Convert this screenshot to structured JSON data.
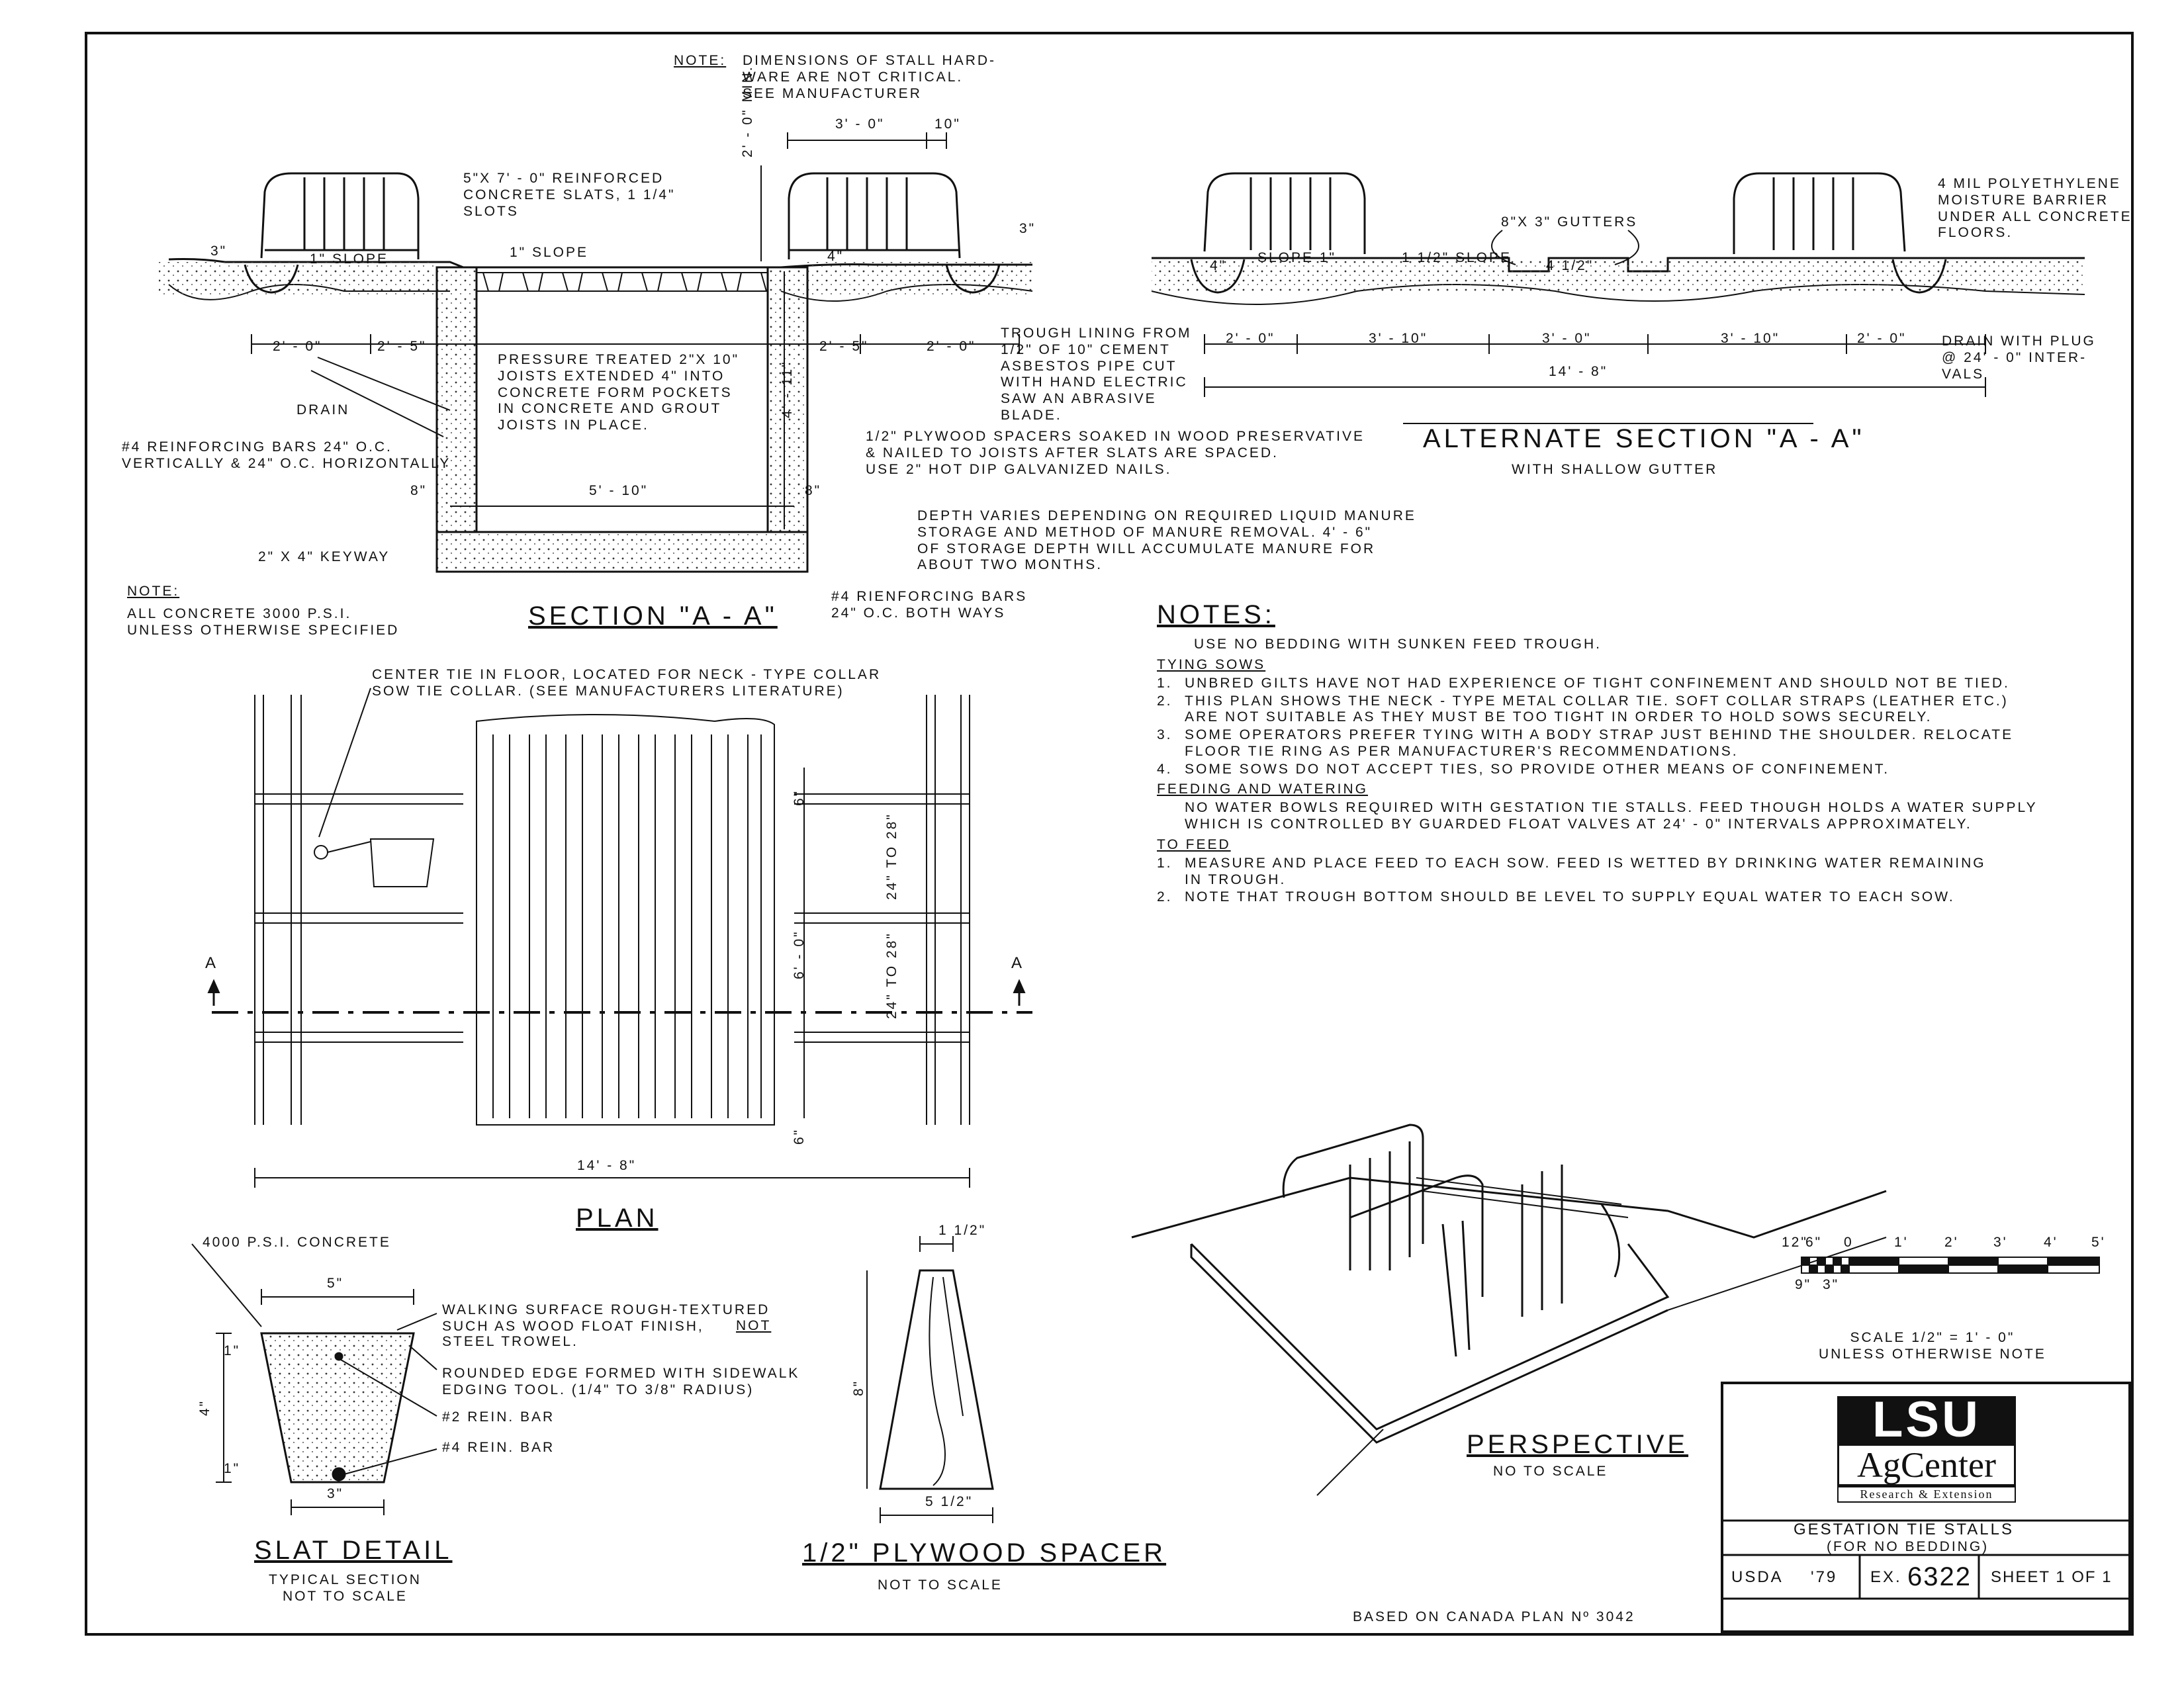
{
  "top_note": {
    "label": "NOTE:",
    "text": "DIMENSIONS OF STALL HARD-\nWARE ARE NOT CRITICAL.\nSEE MANUFACTURER"
  },
  "section_aa": {
    "title": "SECTION \"A - A\"",
    "dims": {
      "stall_width": "3' - 0\"",
      "stall_extra": "10\"",
      "min_height": "2' - 0\" MIN.",
      "trough_right": "3\"",
      "trough_left": "3\"",
      "slope_left": "1\" SLOPE",
      "slope_mid": "1\" SLOPE",
      "four_in": "4\"",
      "left_2_0": "2' - 0\"",
      "left_2_5": "2' - 5\"",
      "right_2_5": "2' - 5\"",
      "right_2_0": "2' - 0\"",
      "pit_width": "5' - 10\"",
      "depth": "4' - 11\"",
      "wall_left": "8\"",
      "wall_right": "8\""
    },
    "callouts": {
      "slats": "5\"x 7' - 0\" REINFORCED\nCONCRETE SLATS, 1 1/4\"\nSLOTS",
      "joists": "PRESSURE TREATED 2\"x 10\"\nJOISTS EXTENDED 4\" INTO\nCONCRETE FORM POCKETS\nIN CONCRETE AND GROUT\nJOISTS IN PLACE.",
      "drain": "DRAIN",
      "bars": "#4 REINFORCING BARS 24\" O.C.\nVERTICALLY & 24\" O.C. HORIZONTALLY",
      "keyway": "2\" x 4\" KEYWAY",
      "trough": "TROUGH LINING FROM\n1/2\" OF 10\" CEMENT\nASBESTOS PIPE CUT\nWITH HAND ELECTRIC\nSAW AN ABRASIVE\nBLADE.",
      "spacers": "1/2\" PLYWOOD SPACERS SOAKED IN WOOD PRESERVATIVE\n& NAILED TO JOISTS AFTER SLATS ARE SPACED.\nUSE 2\" HOT DIP GALVANIZED NAILS.",
      "depth_note": "DEPTH VARIES DEPENDING ON REQUIRED LIQUID MANURE\nSTORAGE AND METHOD OF MANURE REMOVAL. 4' - 6\"\nOF STORAGE DEPTH WILL ACCUMULATE MANURE FOR\nABOUT TWO MONTHS.",
      "bars_both": "#4 RIENFORCING BARS\n24\" O.C. BOTH WAYS"
    },
    "concrete_note_label": "NOTE:",
    "concrete_note": "ALL CONCRETE 3000 P.S.I.\nUNLESS OTHERWISE SPECIFIED"
  },
  "alt_section": {
    "title": "ALTERNATE SECTION \"A - A\"",
    "subtitle": "WITH SHALLOW GUTTER",
    "gutters": "8\"x 3\" GUTTERS",
    "slope_1": "SLOPE 1\"",
    "slope_2": "1 1/2\" SLOPE",
    "four": "4\"",
    "four_half": "4 1/2\"",
    "dims": [
      "2' - 0\"",
      "3' - 10\"",
      "3' - 0\"",
      "3' - 10\"",
      "2' - 0\""
    ],
    "overall": "14' - 8\"",
    "barrier": "4 MIL POLYETHYLENE\nMOISTURE BARRIER\nUNDER ALL CONCRETE\nFLOORS.",
    "drain_plug": "DRAIN WITH PLUG\n@ 24' - 0\" INTER-\nVALS"
  },
  "notes": {
    "title": "NOTES:",
    "intro": "USE NO BEDDING WITH SUNKEN FEED TROUGH.",
    "sections": [
      {
        "heading": "TYING SOWS",
        "items": [
          {
            "num": "1.",
            "text": "UNBRED GILTS HAVE NOT HAD EXPERIENCE OF TIGHT CONFINEMENT AND SHOULD NOT BE TIED."
          },
          {
            "num": "2.",
            "text": "THIS PLAN SHOWS THE NECK - TYPE METAL COLLAR TIE. SOFT COLLAR STRAPS (LEATHER ETC.)\nARE NOT SUITABLE AS THEY MUST BE TOO TIGHT IN ORDER TO HOLD SOWS SECURELY."
          },
          {
            "num": "3.",
            "text": "SOME OPERATORS PREFER TYING WITH A BODY STRAP JUST BEHIND THE SHOULDER. RELOCATE\nFLOOR TIE RING AS PER MANUFACTURER'S RECOMMENDATIONS."
          },
          {
            "num": "4.",
            "text": "SOME SOWS DO NOT ACCEPT TIES, SO PROVIDE OTHER MEANS OF CONFINEMENT."
          }
        ]
      },
      {
        "heading": "FEEDING AND WATERING",
        "items": [
          {
            "num": "",
            "text": "NO WATER BOWLS REQUIRED WITH GESTATION TIE STALLS. FEED THOUGH HOLDS A WATER SUPPLY\nWHICH IS CONTROLLED BY GUARDED FLOAT VALVES AT 24' - 0\" INTERVALS APPROXIMATELY."
          }
        ]
      },
      {
        "heading": "TO FEED",
        "items": [
          {
            "num": "1.",
            "text": "MEASURE AND PLACE FEED TO EACH SOW. FEED IS WETTED BY DRINKING WATER REMAINING\nIN TROUGH."
          },
          {
            "num": "2.",
            "text": "NOTE THAT TROUGH BOTTOM SHOULD BE LEVEL TO SUPPLY EQUAL WATER TO EACH SOW."
          }
        ]
      }
    ]
  },
  "plan": {
    "title": "PLAN",
    "tie_note": "CENTER TIE IN FLOOR, LOCATED FOR NECK - TYPE COLLAR\nSOW TIE COLLAR. (SEE MANUFACTURERS LITERATURE)",
    "section_mark": "A",
    "dim_6a": "6\"",
    "dim_24_28a": "24\" TO 28\"",
    "dim_24_28b": "24\" TO 28\"",
    "dim_6_0": "6' - 0\"",
    "dim_6b": "6\"",
    "overall": "14' - 8\""
  },
  "slat_detail": {
    "title": "SLAT DETAIL",
    "subtitle": "TYPICAL SECTION\nNOT TO SCALE",
    "concrete": "4000 P.S.I. CONCRETE",
    "top": "5\"",
    "bottom": "3\"",
    "height": "4\"",
    "one_a": "1\"",
    "one_b": "1\"",
    "walking": "WALKING SURFACE ROUGH-TEXTURED\nSUCH AS WOOD FLOAT FINISH,",
    "not": "NOT",
    "trowel": "STEEL TROWEL.",
    "rounded": "ROUNDED EDGE FORMED WITH SIDEWALK\nEDGING TOOL. (1/4\" TO 3/8\" RADIUS)",
    "bar2": "#2 REIN. BAR",
    "bar4": "#4 REIN. BAR"
  },
  "spacer": {
    "title": "1/2\" PLYWOOD SPACER",
    "subtitle": "NOT TO SCALE",
    "top": "1 1/2\"",
    "height": "8\"",
    "bottom": "5 1/2\""
  },
  "perspective": {
    "title": "PERSPECTIVE",
    "subtitle": "NO TO SCALE"
  },
  "scale": {
    "ticks": [
      "12\"",
      "6\"",
      "0",
      "1'",
      "2'",
      "3'",
      "4'",
      "5'"
    ],
    "sub_ticks": [
      "9\"",
      "3\""
    ],
    "text": "SCALE 1/2\" = 1' - 0\"\nUNLESS OTHERWISE NOTE"
  },
  "credit": "BASED ON CANADA PLAN Nº 3042",
  "title_block": {
    "logo_top": "LSU",
    "logo_mid": "AgCenter",
    "logo_sub": "Research & Extension",
    "title": "GESTATION TIE STALLS",
    "subtitle": "(FOR NO BEDDING)",
    "agency": "USDA",
    "year": "'79",
    "ex_label": "EX.",
    "ex_number": "6322",
    "sheet": "SHEET 1 OF 1"
  }
}
